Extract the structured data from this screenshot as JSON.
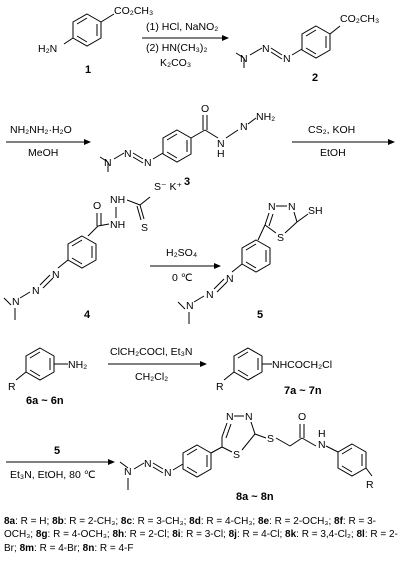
{
  "scheme": {
    "compound_1": {
      "number": "1",
      "sub_top": "CO₂CH₃",
      "sub_left": "H₂N"
    },
    "step1": {
      "reagent_top": "(1) HCl, NaNO₂",
      "reagent_mid": "(2) HN(CH₃)₂",
      "reagent_bottom": "K₂CO₃"
    },
    "compound_2": {
      "number": "2",
      "sub_top": "CO₂CH₃",
      "triazene_n1": "N",
      "triazene_n2": "N",
      "triazene_n3": "N"
    },
    "step2": {
      "reagent_top": "NH₂NH₂·H₂O",
      "reagent_bottom": "MeOH"
    },
    "compound_3": {
      "number": "3",
      "carbonyl_o": "O",
      "hydrazide_h": "H",
      "hydrazide_n": "N",
      "hydrazide_n2": "N",
      "hydrazide_nh2": "NH₂"
    },
    "step3": {
      "reagent_top": "CS₂, KOH",
      "reagent_bottom": "EtOH"
    },
    "compound_4": {
      "number": "4",
      "sub_s_k": "S⁻ K⁺",
      "carbonyl_o": "O",
      "nhnh": "NH",
      "nh": "NH",
      "thio_s": "S"
    },
    "step4": {
      "reagent_top": "H₂SO₄",
      "reagent_bottom": "0 ℃"
    },
    "compound_5": {
      "number": "5",
      "ring_n1": "N",
      "ring_n2": "N",
      "ring_s": "S",
      "sh": "SH"
    },
    "compound_6": {
      "label": "6a ~ 6n",
      "r_group": "R",
      "nh2": "NH₂"
    },
    "step5": {
      "reagent_top": "ClCH₂COCl, Et₃N",
      "reagent_bottom": "CH₂Cl₂"
    },
    "compound_7": {
      "label": "7a ~ 7n",
      "r_group": "R",
      "chain": "NHCOCH₂Cl"
    },
    "step6": {
      "reagent_top": "5",
      "reagent_bottom": "Et₃N, EtOH, 80 ℃"
    },
    "compound_8": {
      "label": "8a ~ 8n",
      "ring_n1": "N",
      "ring_n2": "N",
      "ring_s": "S",
      "thioether_s": "S",
      "carbonyl_o": "O",
      "amide_n": "N",
      "amide_h": "H",
      "r_group": "R"
    },
    "common": {
      "n": "N",
      "o": "O"
    }
  },
  "legend": {
    "items": [
      {
        "compound": "8a",
        "text": ": R = H; "
      },
      {
        "compound": "8b",
        "text": ": R = 2-CH₃; "
      },
      {
        "compound": "8c",
        "text": ": R = 3-CH₃; "
      },
      {
        "compound": "8d",
        "text": ": R = 4-CH₃; "
      },
      {
        "compound": "8e",
        "text": ": R = 2-OCH₃; "
      },
      {
        "compound": "8f",
        "text": ": R = 3-OCH₃; "
      },
      {
        "compound": "8g",
        "text": ": R = 4-OCH₃; "
      },
      {
        "compound": "8h",
        "text": ": R = 2-Cl; "
      },
      {
        "compound": "8i",
        "text": ": R = 3-Cl; "
      },
      {
        "compound": "8j",
        "text": ": R = 4-Cl; "
      },
      {
        "compound": "8k",
        "text": ": R = 3,4-Cl₂; "
      },
      {
        "compound": "8l",
        "text": ": R = 2-Br; "
      },
      {
        "compound": "8m",
        "text": ": R = 4-Br; "
      },
      {
        "compound": "8n",
        "text": ": R = 4-F"
      }
    ]
  }
}
